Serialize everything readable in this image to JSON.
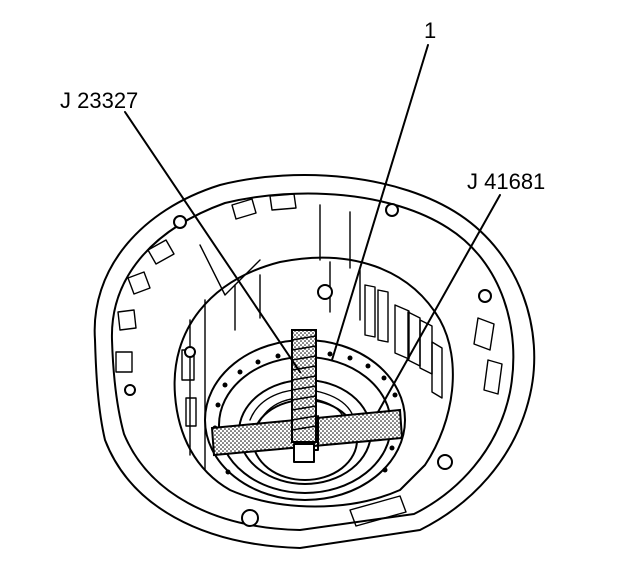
{
  "callouts": {
    "item_1": "1",
    "tool_a": "J 23327",
    "tool_b": "J 41681"
  }
}
